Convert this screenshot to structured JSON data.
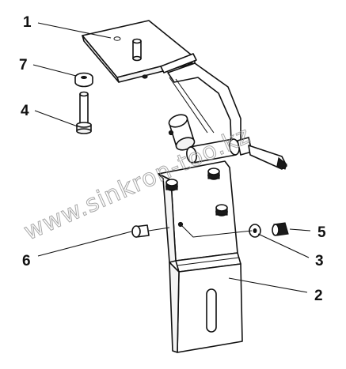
{
  "diagram": {
    "watermark": "www.sinkron-too.kz",
    "callouts": [
      {
        "id": "1",
        "label": "1"
      },
      {
        "id": "2",
        "label": "2"
      },
      {
        "id": "3",
        "label": "3"
      },
      {
        "id": "4",
        "label": "4"
      },
      {
        "id": "5",
        "label": "5"
      },
      {
        "id": "6",
        "label": "6"
      },
      {
        "id": "7",
        "label": "7"
      }
    ]
  }
}
